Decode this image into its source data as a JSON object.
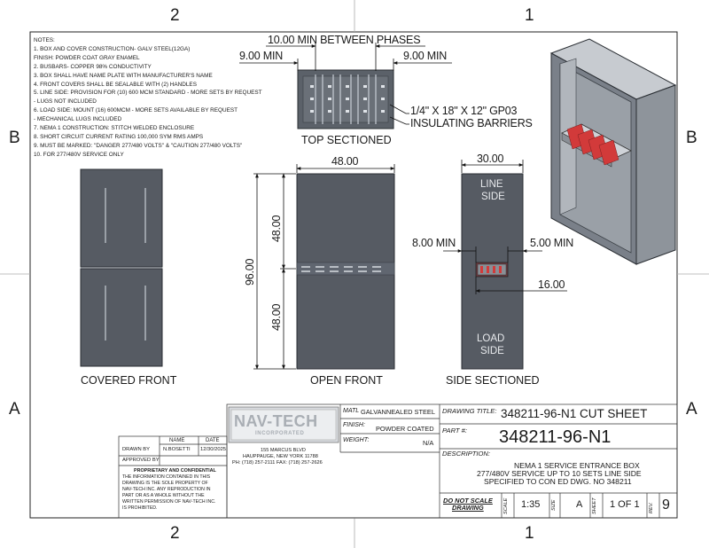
{
  "zones": {
    "top_left": "2",
    "top_right": "1",
    "bottom_left": "2",
    "bottom_right": "1",
    "left_upper": "B",
    "left_lower": "A",
    "right_upper": "B",
    "right_lower": "A"
  },
  "notes": {
    "heading": "NOTES:",
    "lines": [
      "1. BOX AND COVER CONSTRUCTION- GALV   STEEL(12GA)",
      "    FINISH: POWDER COAT GRAY ENAMEL",
      "2. BUSBARS- COPPER 98% CONDUCTIVITY",
      "3. BOX SHALL HAVE NAME PLATE WITH MANUFACTURER'S NAME",
      "4. FRONT COVERS SHALL BE SEALABLE WITH (2) HANDLES",
      "5. LINE SIDE: PROVISION FOR (10) 600 MCM STANDARD - MORE SETS BY REQUEST",
      "    - LUGS NOT INCLUDED",
      "6. LOAD SIDE: MOUNT (16) 600MCM - MORE SETS AVAILABLE BY REQUEST",
      "    - MECHANICAL LUGS INCLUDED",
      "7. NEMA 1 CONSTRUCTION: STITCH WELDED ENCLOSURE",
      "8. SHORT CIRCUIT CURRENT RATING 100,000 SYM RMS AMPS",
      "9. MUST BE MARKED: \"DANGER 277/480 VOLTS\" & \"CAUTION 277/480 VOLTS\"",
      "10. FOR 277/480V SERVICE ONLY"
    ]
  },
  "top_view": {
    "phase_spacing": "10.00 MIN BETWEEN PHASES",
    "left_clearance": "9.00 MIN",
    "right_clearance": "9.00 MIN",
    "barrier_note_1": "1/4\" X 18\" X 12\" GP03",
    "barrier_note_2": "INSULATING BARRIERS",
    "caption": "TOP SECTIONED"
  },
  "views": {
    "covered_front": "COVERED FRONT",
    "open_front": "OPEN FRONT",
    "side_sectioned": "SIDE SECTIONED"
  },
  "dimensions": {
    "width": "48.00",
    "height_total": "96.00",
    "height_upper": "48.00",
    "height_lower": "48.00",
    "depth": "30.00",
    "side_left_min": "8.00 MIN",
    "side_right_min": "5.00 MIN",
    "side_offset": "16.00"
  },
  "side_labels": {
    "line_1": "LINE",
    "line_2": "SIDE",
    "load_1": "LOAD",
    "load_2": "SIDE"
  },
  "title_block": {
    "logo_line1": "NAV-TECH",
    "logo_line2": "INCORPORATED",
    "address_1": "155 MARCUS BLVD",
    "address_2": "HAUPPAUGE, NEW YORK 11788",
    "address_3": "PH: (718) 257-2111   FAX: (718) 257-2626",
    "matl_label": "MATL",
    "matl_value": "GALVANNEALED STEEL",
    "finish_label": "FINISH:",
    "finish_value": "POWDER COATED",
    "weight_label": "WEIGHT:",
    "weight_value": "N/A",
    "name_header": "NAME",
    "date_header": "DATE",
    "drawn_by_label": "DRAWN BY",
    "drawn_by_name": "N.BOSETTI",
    "drawn_date": "12/30/2025",
    "approved_by_label": "APPROVED BY",
    "proprietary_title": "PROPRIETARY AND CONFIDENTIAL",
    "proprietary_lines": [
      "THE INFORMATION CONTAINED IN THIS",
      "DRAWING IS THE SOLE PROPERTY OF",
      "NAV-TECH INC.  ANY REPRODUCTION IN",
      "PART OR AS A WHOLE WITHOUT THE",
      "WRITTEN PERMISSION OF NAV-TECH INC.",
      "IS PROHIBITED."
    ],
    "drawing_title_label": "DRAWING TITLE:",
    "drawing_title": "348211-96-N1 CUT SHEET",
    "part_label": "PART #:",
    "part_number": "348211-96-N1",
    "description_label": "DESCRIPTION:",
    "description_lines": [
      "NEMA 1 SERVICE ENTRANCE BOX",
      "277/480V SERVICE UP TO 10 SETS LINE SIDE",
      "SPECIFIED TO CON ED DWG. NO 348211"
    ],
    "do_not_scale_1": "DO NOT SCALE",
    "do_not_scale_2": "DRAWING",
    "scale_label": "SCALE",
    "scale_value": "1:35",
    "size_label": "SIZE",
    "size_value": "A",
    "sheet_label": "SHEET",
    "sheet_value": "1 OF 1",
    "rev_label": "REV.",
    "rev_value": "9"
  }
}
